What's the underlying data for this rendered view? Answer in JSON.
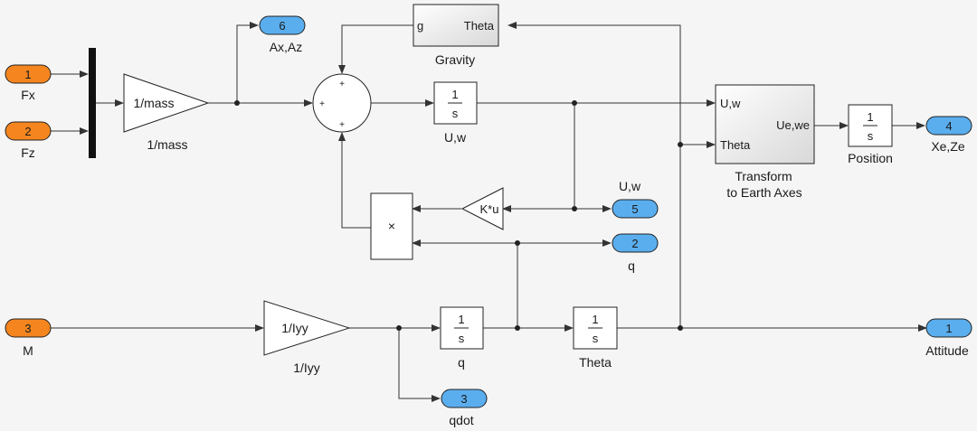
{
  "colors": {
    "inport_fill": "#f5861f",
    "outport_fill": "#5aaeee",
    "port_stroke": "#222222",
    "line": "#333333",
    "block_fill": "#ffffff",
    "background": "#f5f5f5"
  },
  "inports": [
    {
      "id": "fx",
      "number": "1",
      "label": "Fx"
    },
    {
      "id": "fz",
      "number": "2",
      "label": "Fz"
    },
    {
      "id": "m",
      "number": "3",
      "label": "M"
    }
  ],
  "outports": [
    {
      "id": "axaz",
      "number": "6",
      "label": "Ax,Az"
    },
    {
      "id": "uw",
      "number": "5",
      "label": "U,w"
    },
    {
      "id": "q",
      "number": "2",
      "label": "q"
    },
    {
      "id": "xeze",
      "number": "4",
      "label": "Xe,Ze"
    },
    {
      "id": "attitude",
      "number": "1",
      "label": "Attitude"
    },
    {
      "id": "qdot",
      "number": "3",
      "label": "qdot"
    }
  ],
  "blocks": {
    "gain_mass": {
      "text": "1/mass",
      "label": "1/mass"
    },
    "gravity": {
      "in_port": "g",
      "out_port": "Theta",
      "label": "Gravity"
    },
    "integrator_uw": {
      "num": "1",
      "den": "s",
      "label": "U,w"
    },
    "transform": {
      "port_uw": "U,w",
      "port_theta": "Theta",
      "port_out": "Ue,we",
      "label_line1": "Transform",
      "label_line2": "to Earth Axes"
    },
    "integrator_pos": {
      "num": "1",
      "den": "s",
      "label": "Position"
    },
    "gain_k": {
      "text": "K*u"
    },
    "product": {
      "symbol": "×"
    },
    "gain_iyy": {
      "text": "1/Iyy",
      "label": "1/Iyy"
    },
    "integrator_q": {
      "num": "1",
      "den": "s",
      "label": "q"
    },
    "integrator_theta": {
      "num": "1",
      "den": "s",
      "label": "Theta"
    },
    "sum": {
      "sign_top": "+",
      "sign_left": "+",
      "sign_bottom": "+"
    }
  }
}
